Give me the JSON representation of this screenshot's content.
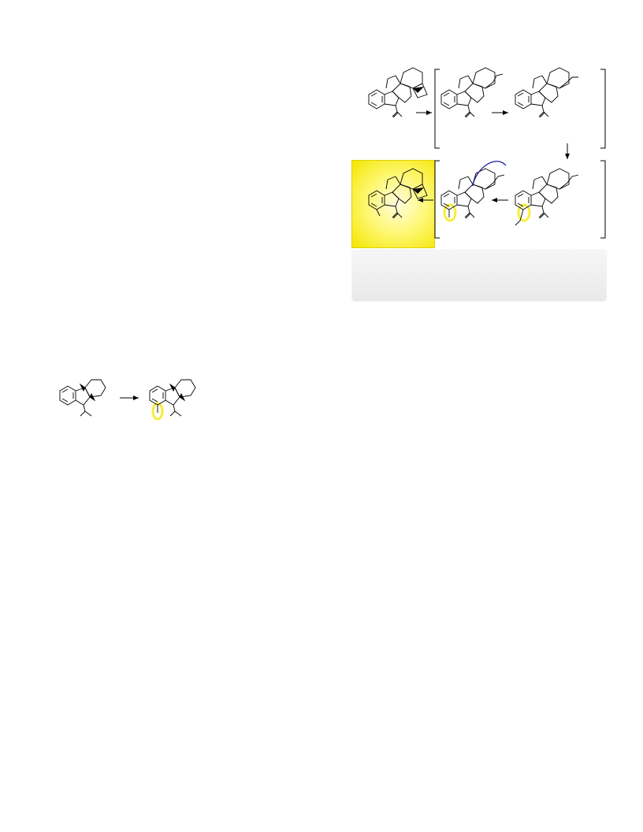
{
  "caption": {
    "text": ""
  },
  "colors": {
    "highlight": "#f3e600",
    "ring": "#f6ee3a",
    "curve_arrow": "#1a1aa6",
    "ink": "#000000"
  },
  "scheme": {
    "top_row": [
      "starting-structure",
      "intermediate-1",
      "intermediate-2"
    ],
    "bottom_row": [
      "product-highlighted",
      "intermediate-4",
      "intermediate-3"
    ],
    "simple_reaction": [
      "tricyclic-substrate",
      "tricyclic-methylated"
    ]
  }
}
